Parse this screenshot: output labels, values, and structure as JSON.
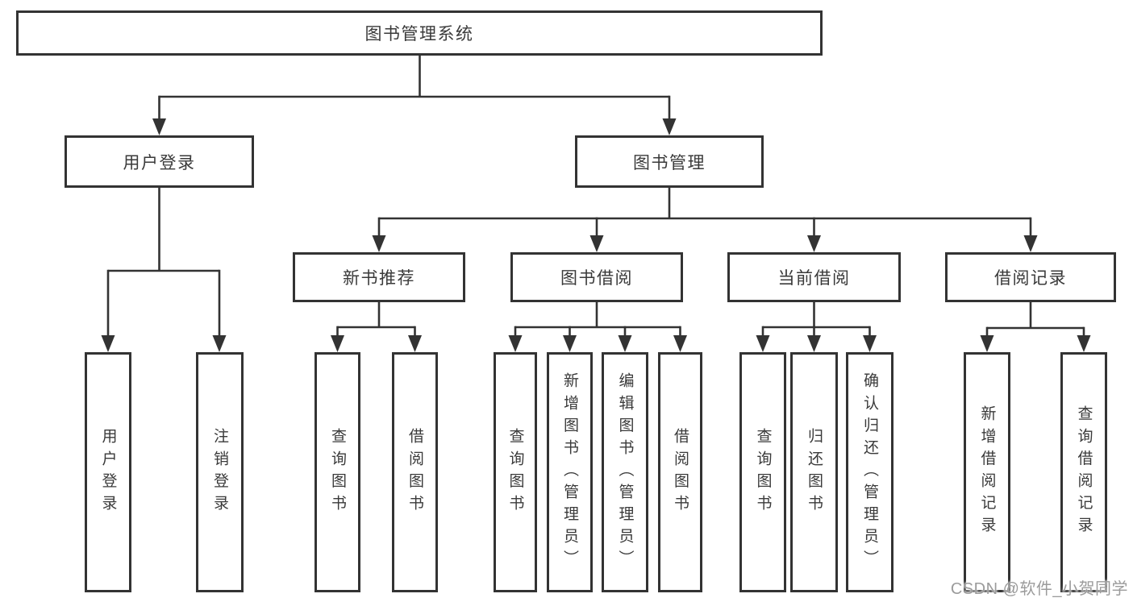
{
  "page": {
    "background": "#ffffff"
  },
  "colors": {
    "line": "#333333",
    "box_border": "#333333",
    "box_fill": "#ffffff",
    "text": "#3a3a3a",
    "watermark_text": "#9b9b9b"
  },
  "watermark": "CSDN @软件_小贺同学",
  "tree": {
    "root": "图书管理系统",
    "branches": [
      {
        "label": "用户登录",
        "leaves": [
          "用户登录",
          "注销登录"
        ]
      },
      {
        "label": "图书管理",
        "groups": [
          {
            "label": "新书推荐",
            "leaves": [
              "查询图书",
              "借阅图书"
            ]
          },
          {
            "label": "图书借阅",
            "leaves": [
              "查询图书",
              "新增图书（管理员）",
              "编辑图书（管理员）",
              "借阅图书"
            ]
          },
          {
            "label": "当前借阅",
            "leaves": [
              "查询图书",
              "归还图书",
              "确认归还（管理员）"
            ]
          },
          {
            "label": "借阅记录",
            "leaves": [
              "新增借阅记录",
              "查询借阅记录"
            ]
          }
        ]
      }
    ]
  }
}
